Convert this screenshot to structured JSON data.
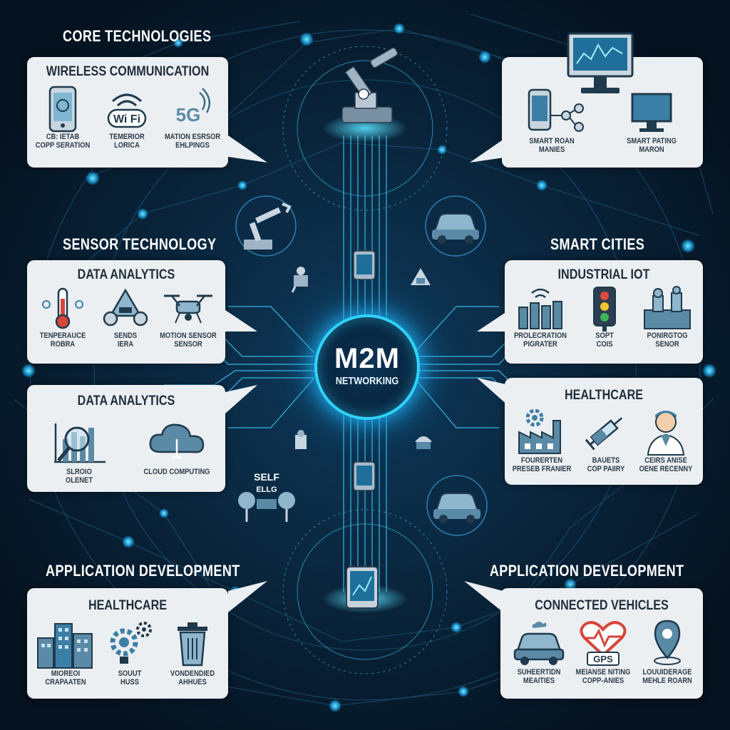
{
  "sections": {
    "core_technologies": "CORE TECHNOLOGIES",
    "sensor_technology": "SENSOR TECHNOLOGY",
    "smart_cities": "SMART CITIES",
    "application_development_left": "APPLICATION DEVELOPMENT",
    "application_development_right": "APPLICATION DEVELOPMENT"
  },
  "hub": {
    "title": "M2M",
    "subtitle": "NETWORKING"
  },
  "panels": {
    "wireless": {
      "title": "WIRELESS COMMUNICATION",
      "wifi_text": "Wi Fi",
      "fiveg_text": "5G",
      "items": [
        {
          "line1": "CB: IETAB",
          "line2": "COPP SERATION"
        },
        {
          "line1": "TEMERIOR",
          "line2": "LORICA"
        },
        {
          "line1": "MATION ESRSOR",
          "line2": "EHLPINGS"
        }
      ]
    },
    "top_right": {
      "items": [
        {
          "line1": "SMART ROAN",
          "line2": "MANIES"
        },
        {
          "line1": "SMART PATING",
          "line2": "MARON"
        }
      ]
    },
    "data_analytics_1": {
      "title": "DATA ANALYTICS",
      "items": [
        {
          "line1": "TENPERAUCE",
          "line2": "ROBRA"
        },
        {
          "line1": "SENDS",
          "line2": "IERA"
        },
        {
          "line1": "MOTION SENSOR",
          "line2": "SENSOR"
        }
      ]
    },
    "industrial_iot": {
      "title": "INDUSTRIAL IOT",
      "items": [
        {
          "line1": "PROLECRATION",
          "line2": "PIGRATER"
        },
        {
          "line1": "SOPT",
          "line2": "COIS"
        },
        {
          "line1": "PONIRGTOG",
          "line2": "SENOR"
        }
      ]
    },
    "data_analytics_2": {
      "title": "DATA ANALYTICS",
      "items": [
        {
          "line1": "SLROIO",
          "line2": "OLENET"
        },
        {
          "line1": "CLOUD COMPUTING",
          "line2": ""
        }
      ]
    },
    "healthcare_right": {
      "title": "HEALTHCARE",
      "items": [
        {
          "line1": "FOURERTEN",
          "line2": "PRESEB FRANIER"
        },
        {
          "line1": "BAUETS",
          "line2": "COP PAIIRY"
        },
        {
          "line1": "CEIRS ANISE",
          "line2": "OENE RECENNY"
        }
      ]
    },
    "healthcare_left": {
      "title": "HEALTHCARE",
      "items": [
        {
          "line1": "MIOREOI",
          "line2": "CRAPAATEN"
        },
        {
          "line1": "SOUUT",
          "line2": "HUSS"
        },
        {
          "line1": "VONDENDIED",
          "line2": "AHHUES"
        }
      ]
    },
    "connected_vehicles": {
      "title": "CONNECTED VEHICLES",
      "gps_text": "GPS",
      "items": [
        {
          "line1": "SUHEERTIDN",
          "line2": "MEAITIES"
        },
        {
          "line1": "MEIANSE NITING",
          "line2": "COPP-ANIES"
        },
        {
          "line1": "LOUUIDERAGE",
          "line2": "MEHLE ROARN"
        }
      ]
    }
  },
  "floating": {
    "self_label": "SELF",
    "self_label2": "ELLG"
  },
  "colors": {
    "background": "#081a2e",
    "accent": "#2fd4ff",
    "panel": "#eceff2",
    "icon": "#2b6f8f"
  }
}
